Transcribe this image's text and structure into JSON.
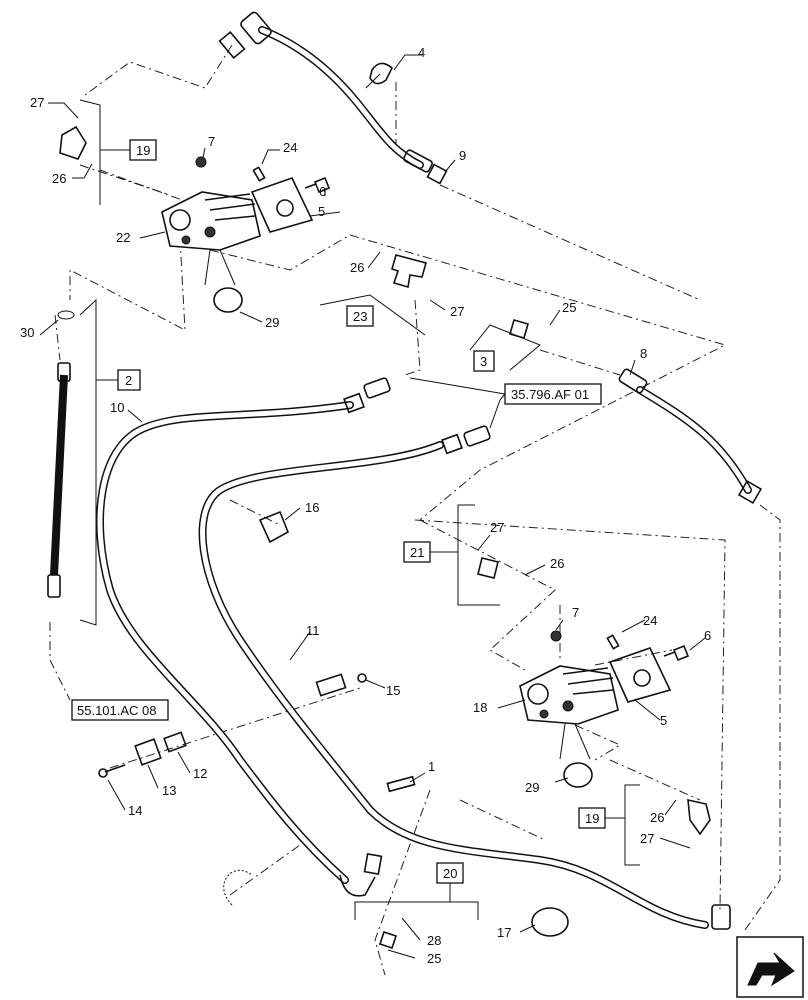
{
  "callouts": {
    "c1": "1",
    "c2": "2",
    "c3": "3",
    "c4": "4",
    "c5a": "5",
    "c5b": "5",
    "c6a": "6",
    "c6b": "6",
    "c7a": "7",
    "c7b": "7",
    "c8": "8",
    "c9": "9",
    "c10": "10",
    "c11": "11",
    "c12": "12",
    "c13": "13",
    "c14": "14",
    "c15": "15",
    "c16": "16",
    "c17": "17",
    "c18": "18",
    "c19a": "19",
    "c19b": "19",
    "c20": "20",
    "c21": "21",
    "c22": "22",
    "c23": "23",
    "c24a": "24",
    "c24b": "24",
    "c25a": "25",
    "c25b": "25",
    "c26a": "26",
    "c26b": "26",
    "c26c": "26",
    "c26d": "26",
    "c27a": "27",
    "c27b": "27",
    "c27c": "27",
    "c27d": "27",
    "c28": "28",
    "c29a": "29",
    "c29b": "29",
    "c30": "30"
  },
  "references": {
    "ref_top": "35.796.AF 01",
    "ref_left": "55.101.AC 08"
  },
  "nav_icon": "next-page-arrow-icon"
}
